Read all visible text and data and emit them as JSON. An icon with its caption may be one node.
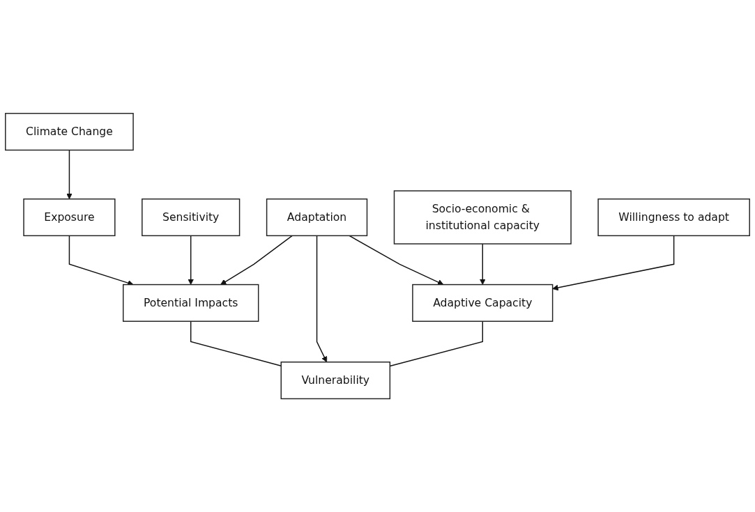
{
  "diagram": {
    "nodes": [
      {
        "text": [
          "Climate Change"
        ]
      },
      {
        "text": [
          "Exposure"
        ]
      },
      {
        "text": [
          "Sensitivity"
        ]
      },
      {
        "text": [
          "Socio-economic & institutional capacity"
        ]
      },
      {
        "text": [
          "Willingness to adapt"
        ]
      },
      {
        "text": [
          "Potential Impacts"
        ]
      },
      {
        "text": [
          "Adaptive Capacity"
        ]
      },
      {
        "text": [
          "Vulnerability"
        ]
      },
      {
        "text": [
          "Adaptation"
        ]
      }
    ],
    "edges": [
      {
        "from": 0,
        "to": 1,
        "arrow": "to"
      },
      {
        "from": 1,
        "to": 5,
        "arrow": "to"
      },
      {
        "from": 2,
        "to": 5,
        "arrow": "to"
      },
      {
        "from": 3,
        "to": 6,
        "arrow": "to"
      },
      {
        "from": 4,
        "to": 6,
        "arrow": "to"
      },
      {
        "from": 5,
        "to": 7,
        "arrow": "none"
      },
      {
        "from": 6,
        "to": 7,
        "arrow": "none"
      },
      {
        "from": 8,
        "to": 5,
        "arrow": "to"
      },
      {
        "from": 8,
        "to": 7,
        "arrow": "to"
      },
      {
        "from": 8,
        "to": 6,
        "arrow": "to"
      }
    ]
  }
}
